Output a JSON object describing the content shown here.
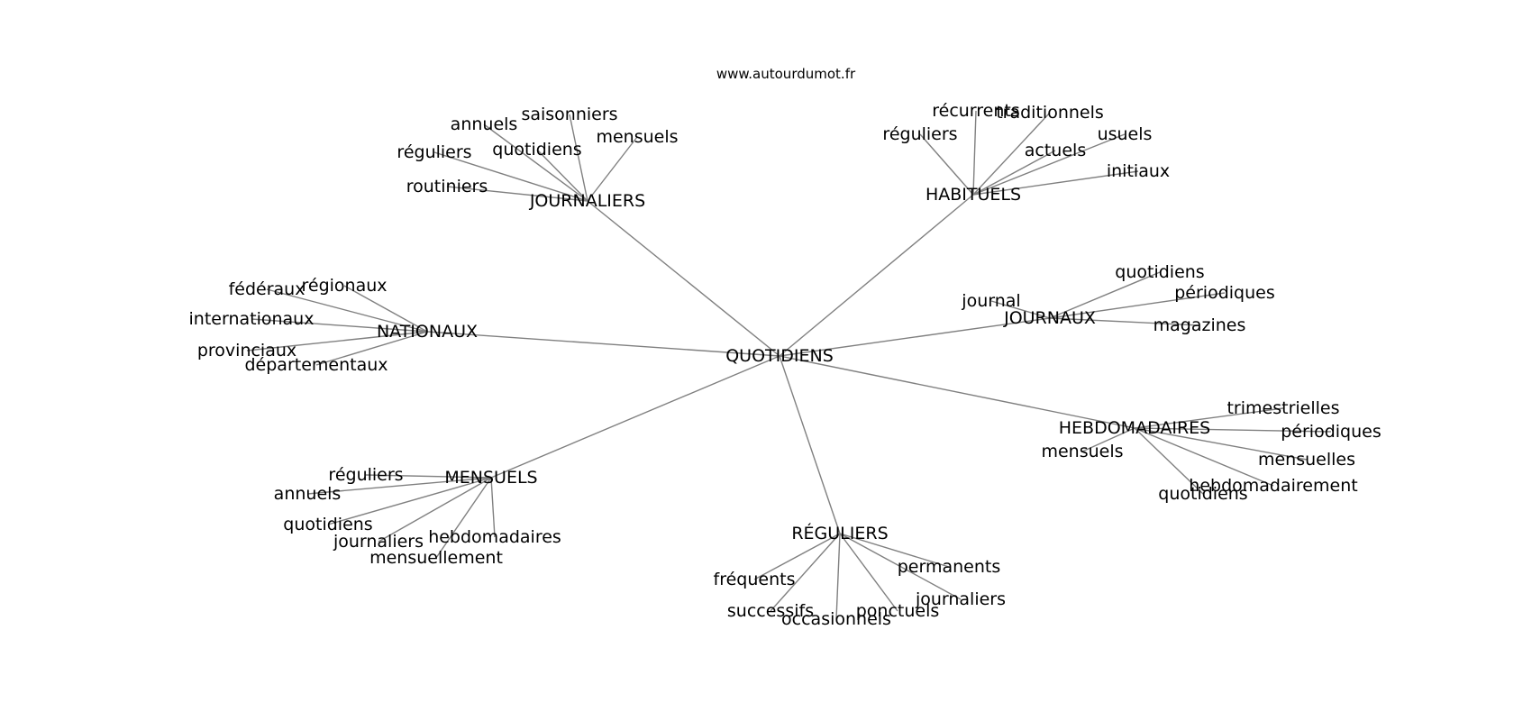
{
  "source": "www.autourdumot.fr",
  "root": "QUOTIDIENS",
  "groups": [
    {
      "id": "journaliers",
      "label": "JOURNALIERS",
      "children": [
        "saisonniers",
        "annuels",
        "mensuels",
        "quotidiens",
        "réguliers",
        "routiniers"
      ]
    },
    {
      "id": "habituels",
      "label": "HABITUELS",
      "children": [
        "récurrents",
        "traditionnels",
        "réguliers",
        "usuels",
        "actuels",
        "initiaux"
      ]
    },
    {
      "id": "nationaux",
      "label": "NATIONAUX",
      "children": [
        "fédéraux",
        "régionaux",
        "internationaux",
        "provinciaux",
        "départementaux"
      ]
    },
    {
      "id": "journaux",
      "label": "JOURNAUX",
      "children": [
        "journal",
        "quotidiens",
        "périodiques",
        "magazines"
      ]
    },
    {
      "id": "hebdomadaires",
      "label": "HEBDOMADAIRES",
      "children": [
        "trimestrielles",
        "périodiques",
        "mensuels",
        "mensuelles",
        "hebdomadairement",
        "quotidiens"
      ]
    },
    {
      "id": "mensuels",
      "label": "MENSUELS",
      "children": [
        "réguliers",
        "annuels",
        "quotidiens",
        "journaliers",
        "hebdomadaires",
        "mensuellement"
      ]
    },
    {
      "id": "reguliers",
      "label": "RÉGULIERS",
      "children": [
        "fréquents",
        "permanents",
        "journaliers",
        "successifs",
        "ponctuels",
        "occasionnels"
      ]
    }
  ]
}
